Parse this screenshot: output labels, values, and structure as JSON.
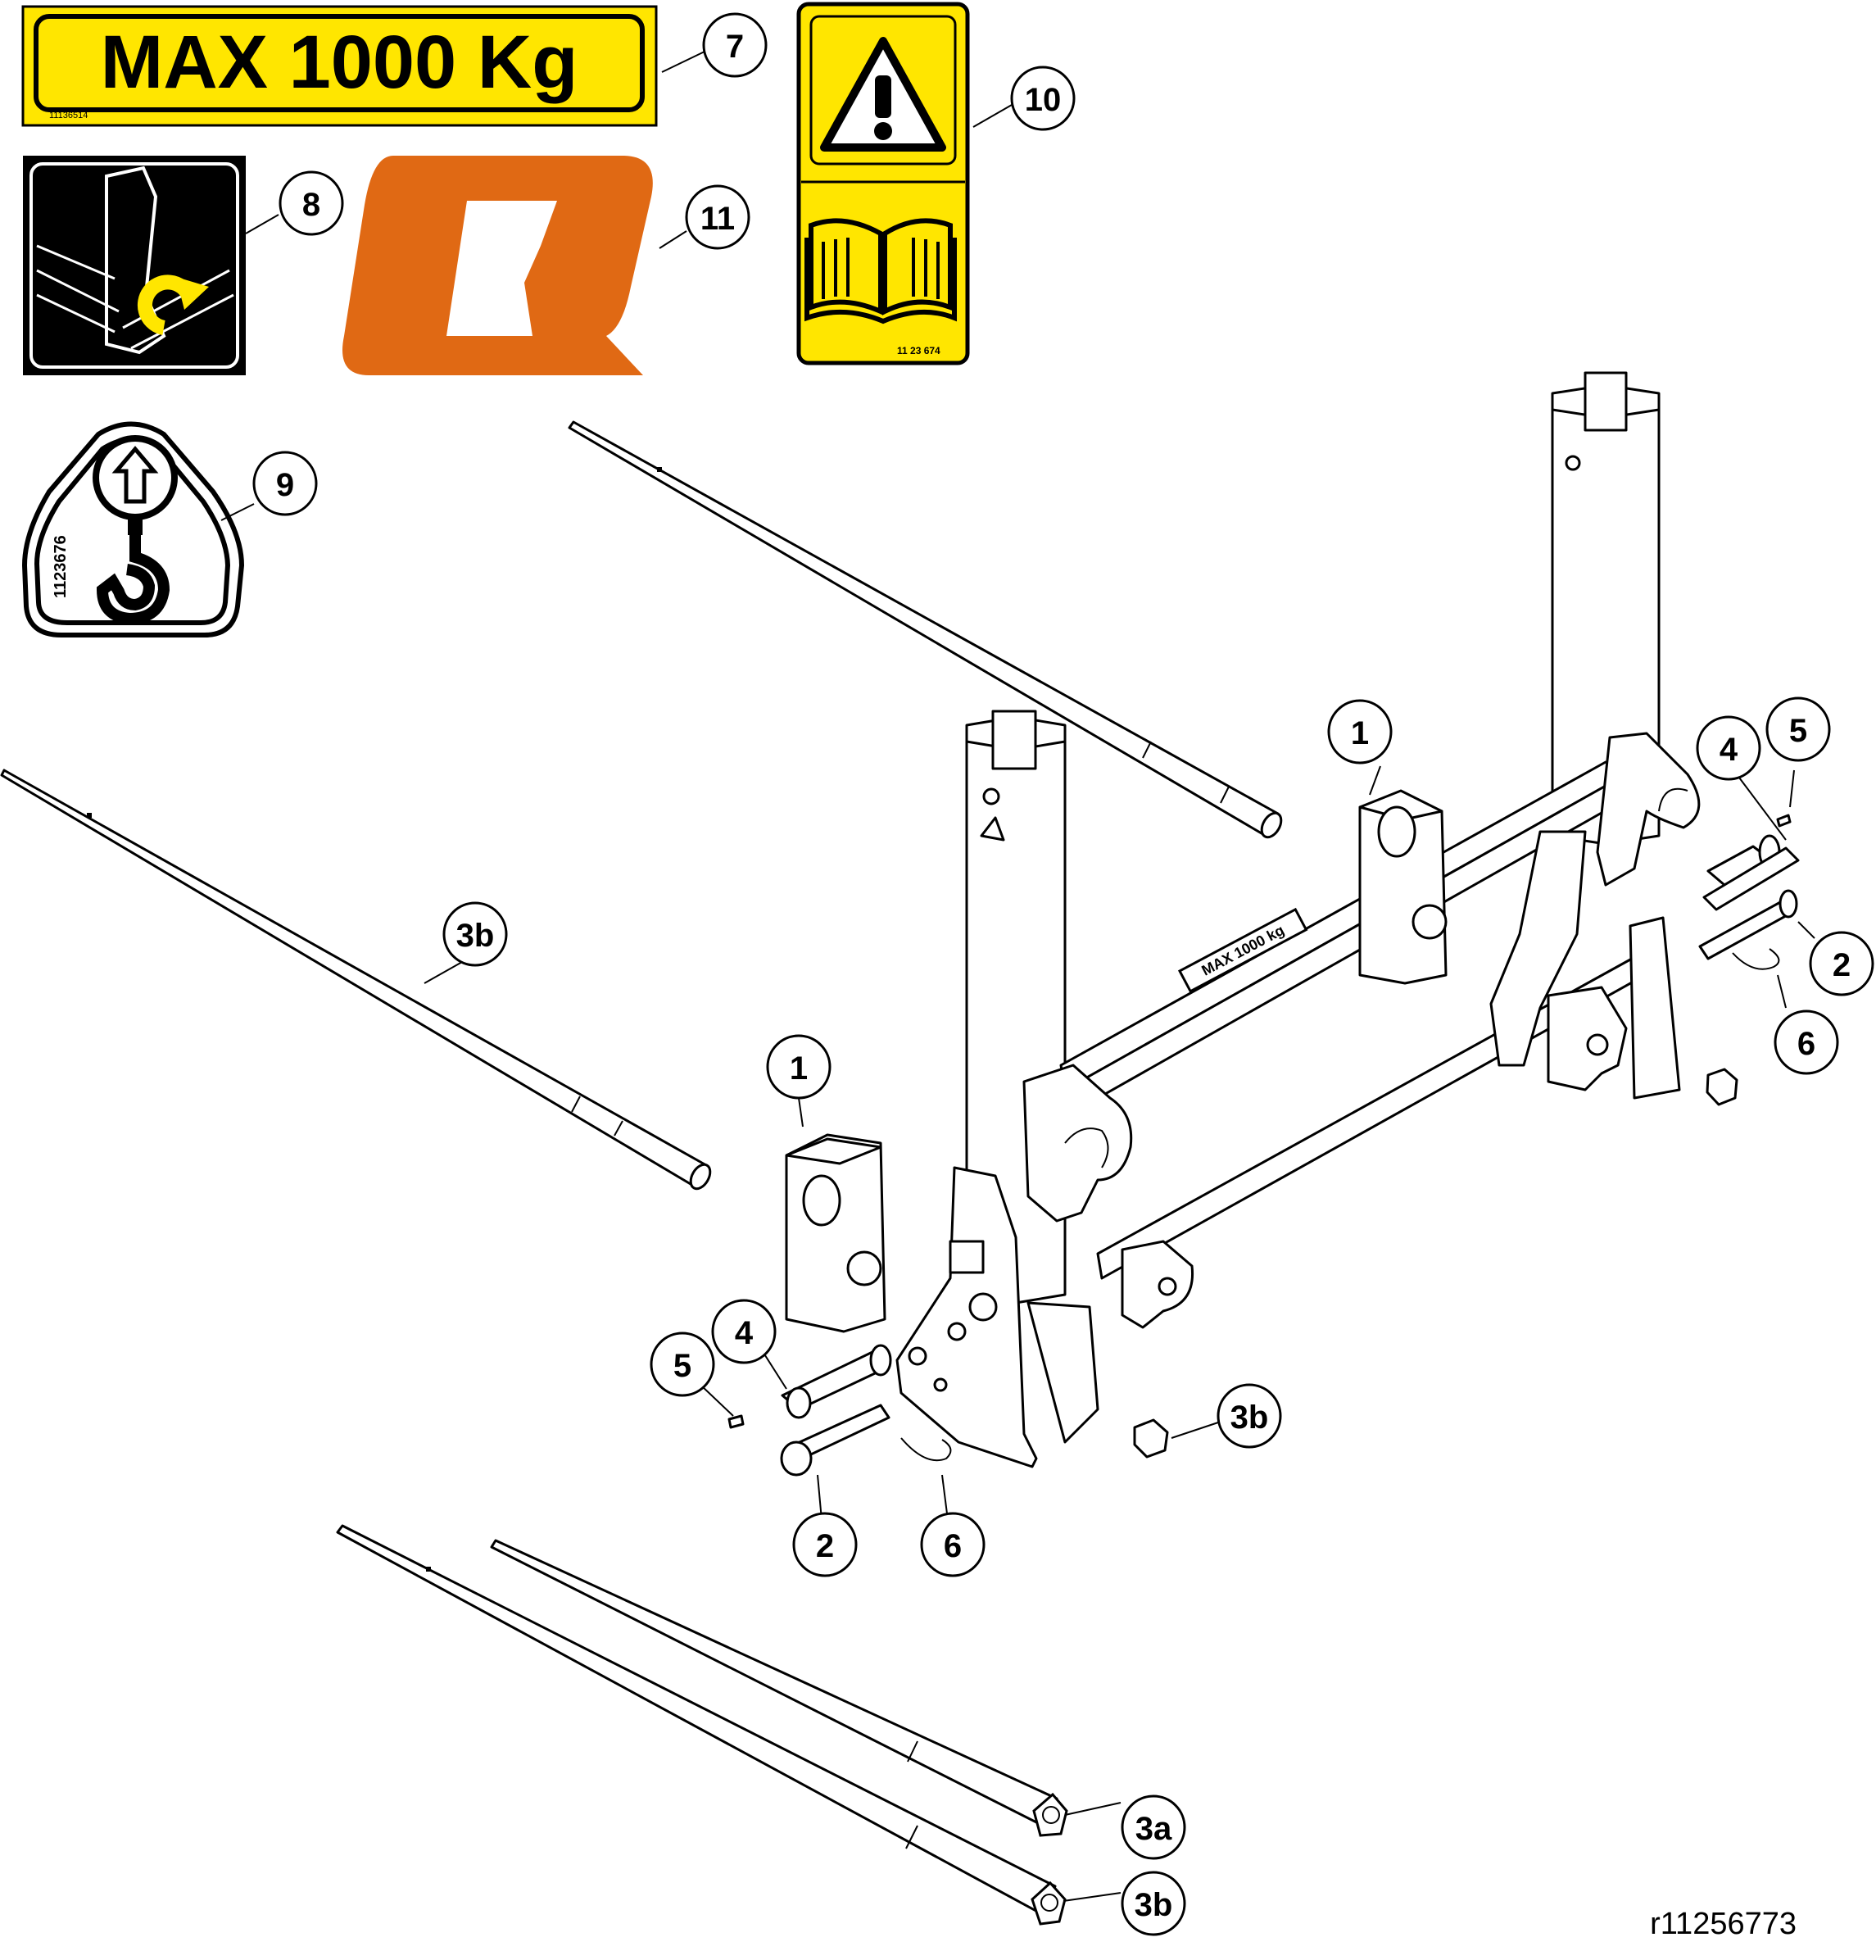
{
  "decals": {
    "max_load": {
      "text": "MAX 1000 Kg",
      "code": "11136514"
    },
    "hook_symbol": {
      "code": "1123676"
    },
    "warning": {
      "code": "11 23 674"
    },
    "frame_plate": {
      "text": "MAX 1000 kg"
    }
  },
  "callouts": [
    {
      "id": "7",
      "label": "7"
    },
    {
      "id": "10",
      "label": "10"
    },
    {
      "id": "8",
      "label": "8"
    },
    {
      "id": "11",
      "label": "11"
    },
    {
      "id": "9",
      "label": "9"
    },
    {
      "id": "1-rear",
      "label": "1"
    },
    {
      "id": "4-right",
      "label": "4"
    },
    {
      "id": "5-right",
      "label": "5"
    },
    {
      "id": "2-right",
      "label": "2"
    },
    {
      "id": "6-right",
      "label": "6"
    },
    {
      "id": "3b-top",
      "label": "3b"
    },
    {
      "id": "1-front",
      "label": "1"
    },
    {
      "id": "5-left",
      "label": "5"
    },
    {
      "id": "4-left",
      "label": "4"
    },
    {
      "id": "3b-nut",
      "label": "3b"
    },
    {
      "id": "2-left",
      "label": "2"
    },
    {
      "id": "6-left",
      "label": "6"
    },
    {
      "id": "3a",
      "label": "3a"
    },
    {
      "id": "3b-bottom",
      "label": "3b"
    }
  ],
  "figure_id": "r11256773",
  "colors": {
    "yellow": "#FFE600",
    "orange": "#E06914",
    "line": "#000000"
  }
}
